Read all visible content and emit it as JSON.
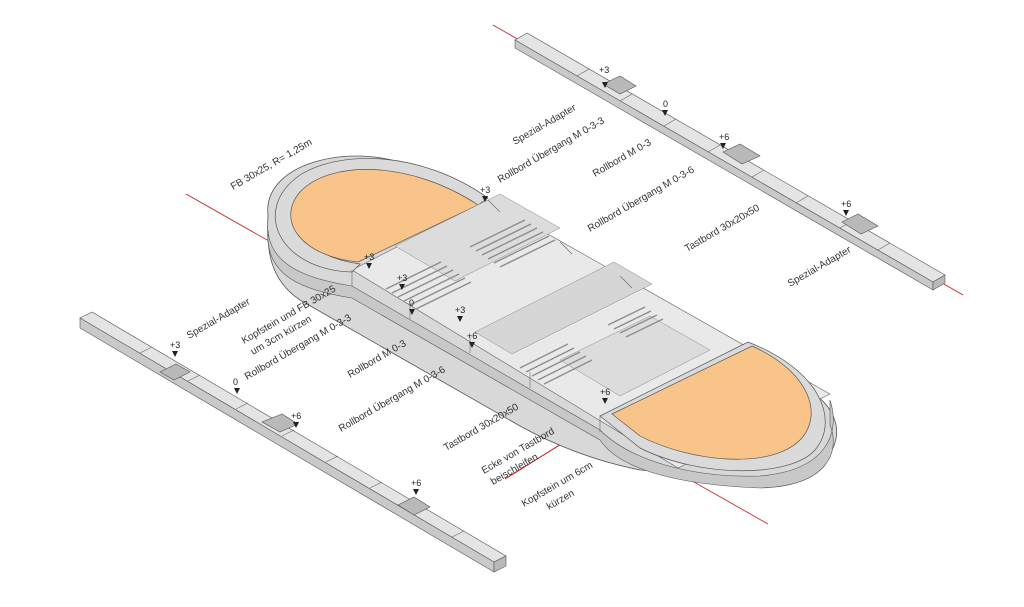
{
  "labels": {
    "top_right": {
      "spezial_adapter_1": "Spezial-Adapter",
      "rollbord_uebergang_033": "Rollbord Übergang M 0-3-3",
      "rollbord_m03": "Rollbord M 0-3",
      "rollbord_uebergang_036": "Rollbord Übergang M 0-3-6",
      "tastbord": "Tastbord 30x20x50",
      "spezial_adapter_2": "Spezial-Adapter",
      "mark_plus3": "+3",
      "mark_0": "0",
      "mark_plus6_a": "+6",
      "mark_plus6_b": "+6"
    },
    "center": {
      "fb": "FB 30x25, R= 1,25m",
      "kopfstein_fb": "Kopfstein und FB 30x25",
      "kopfstein_fb_2": "um 3cm kürzen",
      "rollbord_uebergang_033": "Rollbord Übergang M 0-3-3",
      "rollbord_m03": "Rollbord M 0-3",
      "rollbord_uebergang_036": "Rollbord Übergang M 0-3-6",
      "tastbord": "Tastbord 30x20x50",
      "ecke_1": "Ecke von Tastbord",
      "ecke_2": "beischleifen",
      "kopfstein_kuerzen_1": "Kopfstein um 6cm",
      "kopfstein_kuerzen_2": "kürzen",
      "mark_plus3_top": "+3",
      "mark_plus3_left": "+3",
      "mark_plus3_a": "+3",
      "mark_0": "0",
      "mark_plus3_b": "+3",
      "mark_plus6_a": "+6",
      "mark_plus6_b": "+6"
    },
    "bottom_left": {
      "spezial_adapter": "Spezial-Adapter",
      "mark_plus3": "+3",
      "mark_0": "0",
      "mark_plus6_a": "+6",
      "mark_plus6_b": "+6"
    }
  },
  "colors": {
    "orange_fill": "#f9c489",
    "gray_fill": "#e4e4e4",
    "line_red": "#c8141c",
    "outline": "#555555"
  }
}
